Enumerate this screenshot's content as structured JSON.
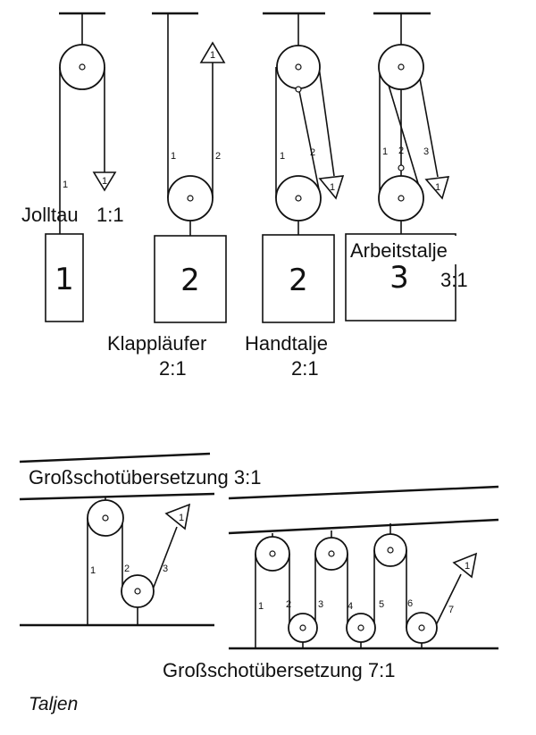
{
  "labels": {
    "jolltau": "Jolltau",
    "jolltau_ratio": "1:1",
    "klapplaeufer": "Klappläufer",
    "klapplaeufer_ratio": "2:1",
    "handtalje": "Handtalje",
    "handtalje_ratio": "2:1",
    "arbeitstalje": "Arbeitstalje",
    "arbeitstalje_ratio": "3:1",
    "gross3": "Großschotübersetzung 3:1",
    "gross7": "Großschotübersetzung 7:1",
    "caption": "Taljen"
  },
  "weights": {
    "w1": "1",
    "w2a": "2",
    "w2b": "2",
    "w3": "3"
  },
  "force_marks": {
    "f_jolltau": "1",
    "f_klapp": "1",
    "f_hand": "1",
    "f_arbeit": "1",
    "f_gross3": "1",
    "f_gross7": "1"
  },
  "rope_numbers": {
    "jolltau": [
      "1"
    ],
    "klapp": [
      "1",
      "2"
    ],
    "hand": [
      "1",
      "2"
    ],
    "arbeit": [
      "1",
      "2",
      "3"
    ],
    "gross3": [
      "1",
      "2",
      "3"
    ],
    "gross7": [
      "1",
      "2",
      "3",
      "4",
      "5",
      "6",
      "7"
    ]
  }
}
